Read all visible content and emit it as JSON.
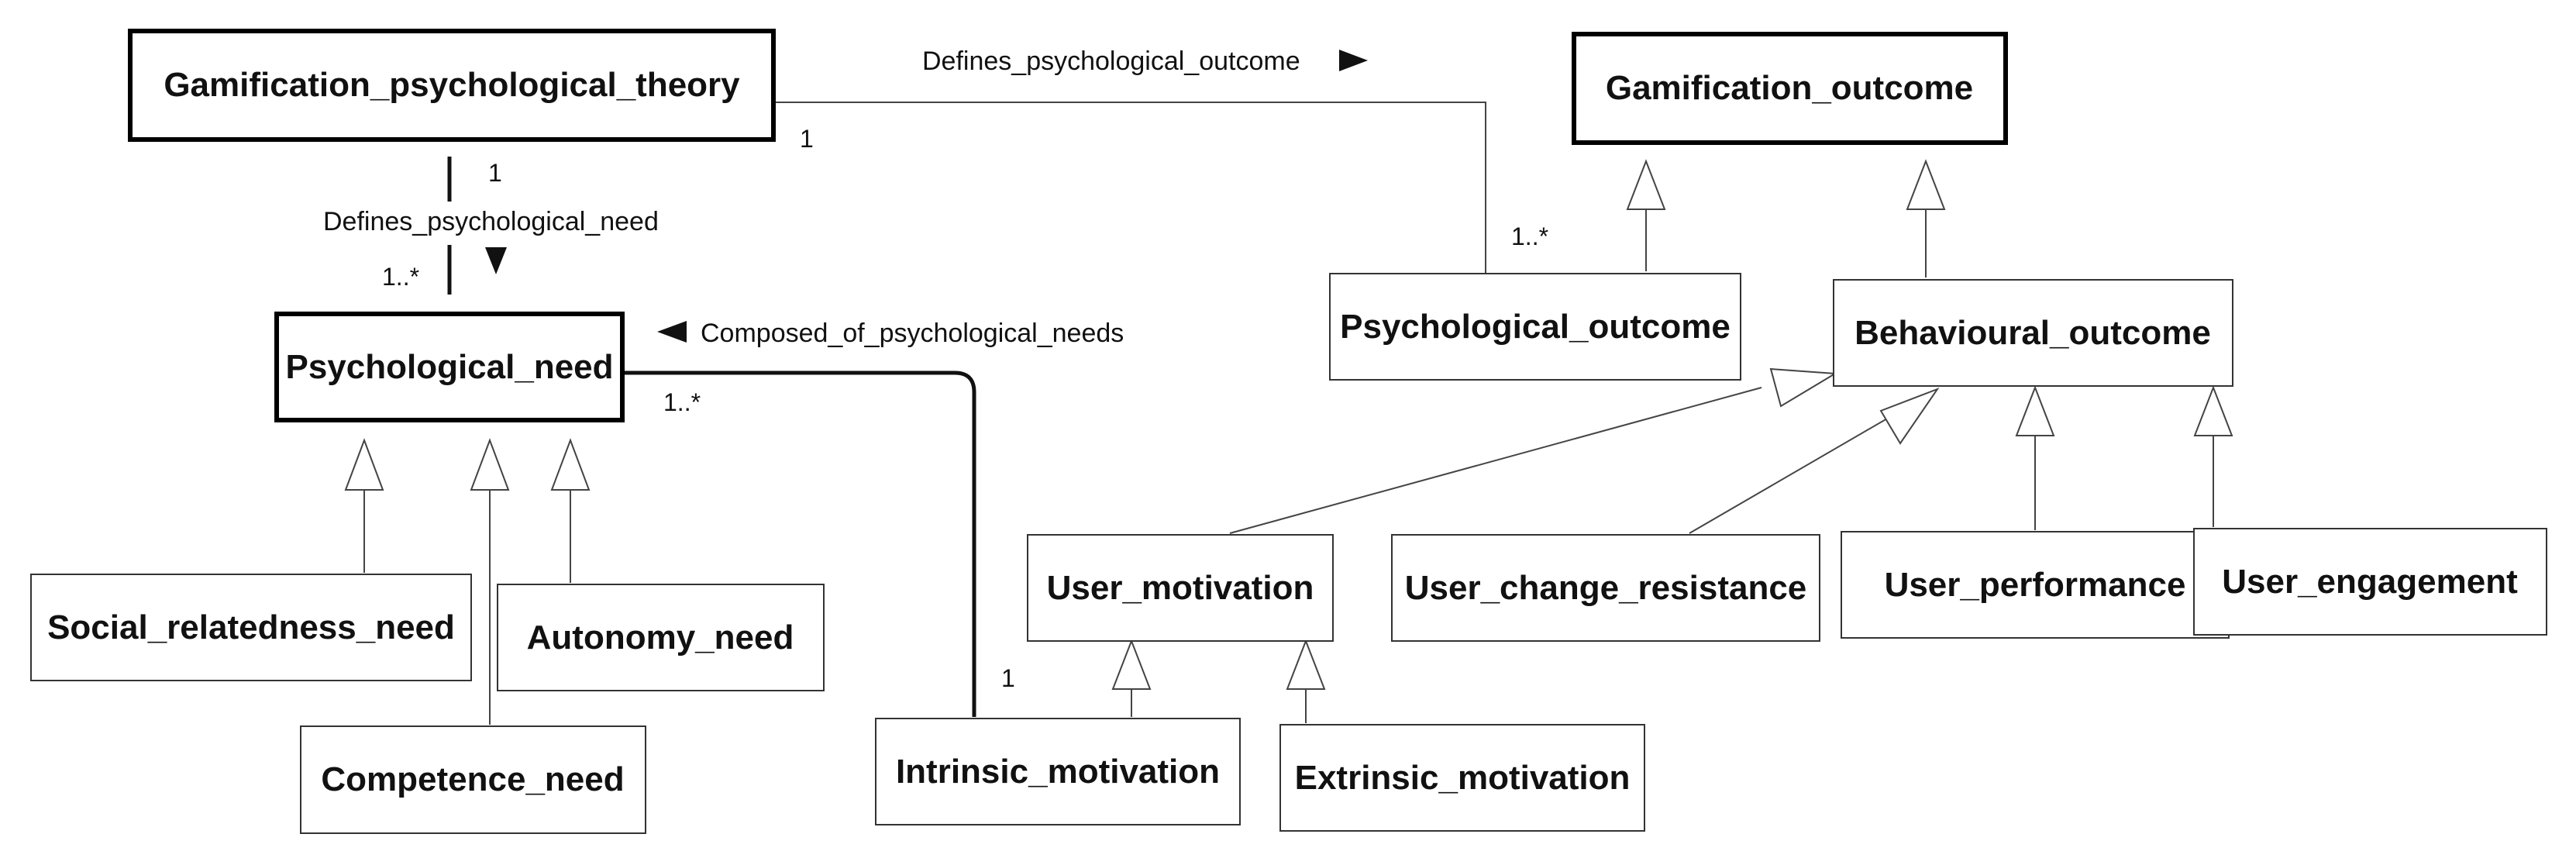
{
  "diagram": {
    "classes": {
      "gamification_psychological_theory": "Gamification_psychological_theory",
      "gamification_outcome": "Gamification_outcome",
      "psychological_need": "Psychological_need",
      "psychological_outcome": "Psychological_outcome",
      "behavioural_outcome": "Behavioural_outcome",
      "social_relatedness_need": "Social_relatedness_need",
      "autonomy_need": "Autonomy_need",
      "competence_need": "Competence_need",
      "user_motivation": "User_motivation",
      "user_change_resistance": "User_change_resistance",
      "user_performance": "User_performance",
      "user_engagement": "User_engagement",
      "intrinsic_motivation": "Intrinsic_motivation",
      "extrinsic_motivation": "Extrinsic_motivation"
    },
    "associations": {
      "defines_psychological_outcome": {
        "label": "Defines_psychological_outcome",
        "source_multiplicity": "1",
        "target_multiplicity": "1..*"
      },
      "defines_psychological_need": {
        "label": "Defines_psychological_need",
        "source_multiplicity": "1",
        "target_multiplicity": "1..*"
      },
      "composed_of_psychological_needs": {
        "label": "Composed_of_psychological_needs",
        "source_multiplicity": "1..*",
        "target_multiplicity": "1"
      }
    },
    "icons": {
      "direction_right": "triangle-right-icon",
      "direction_down": "triangle-down-icon",
      "direction_left": "triangle-left-icon",
      "generalization": "hollow-triangle-arrow-icon"
    },
    "colors": {
      "line": "#333333",
      "text": "#111111",
      "background": "#ffffff"
    }
  }
}
